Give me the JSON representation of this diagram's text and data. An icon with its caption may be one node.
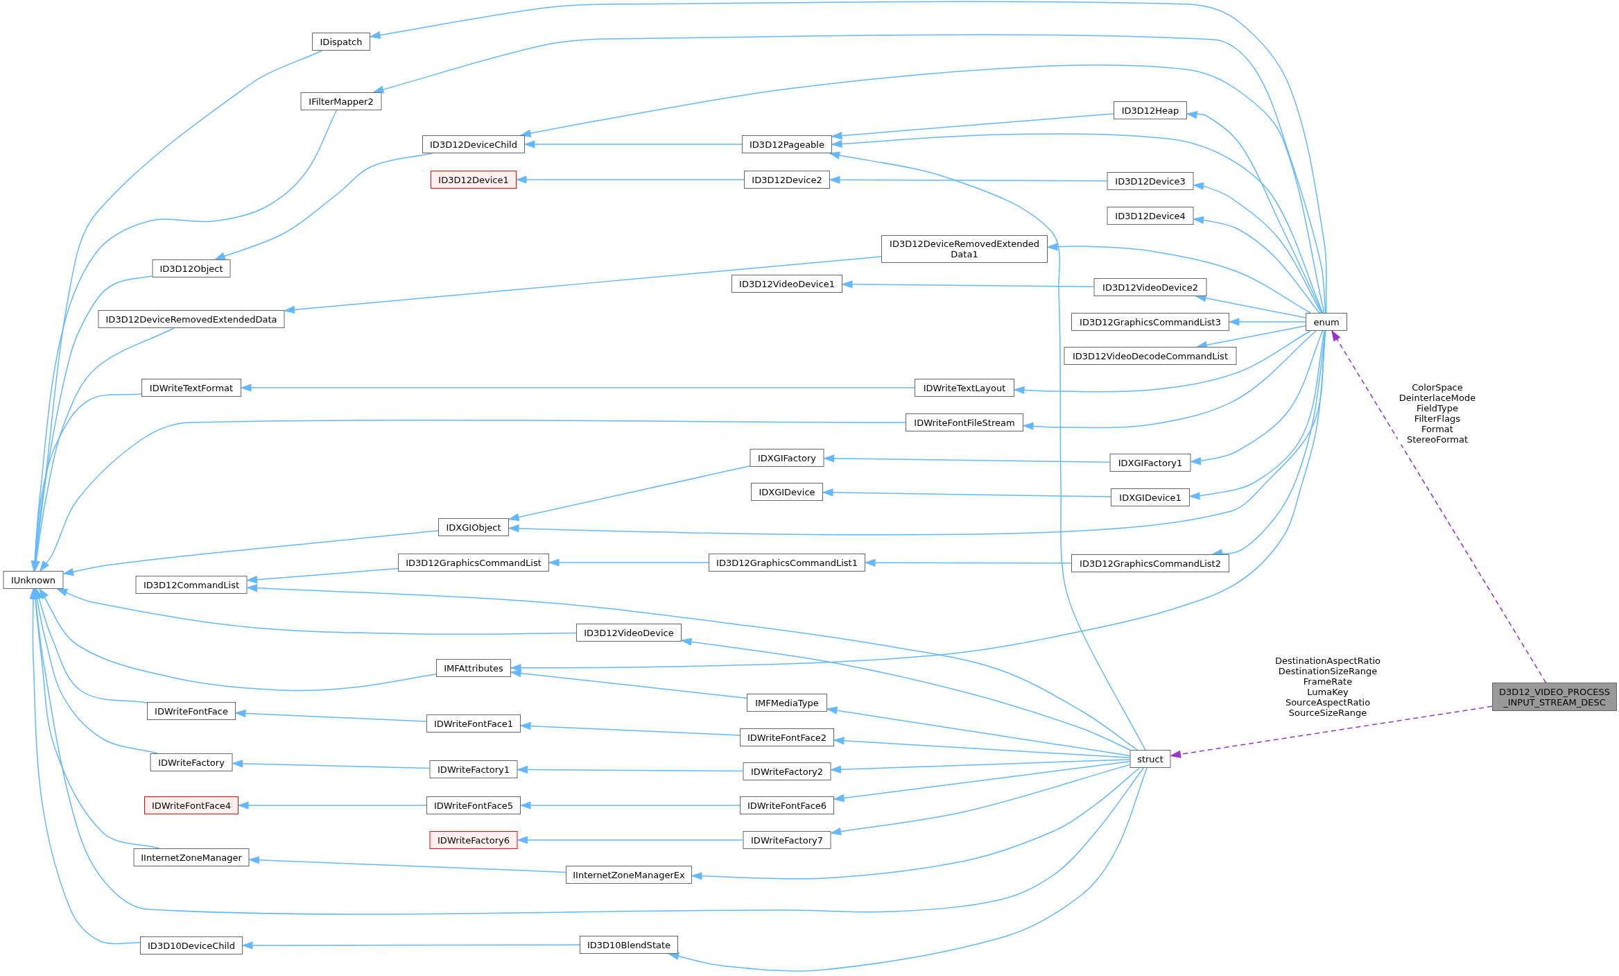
{
  "diagram": {
    "nodes": [
      {
        "text": [
          "IDispatch"
        ]
      },
      {
        "text": [
          "IFilterMapper2"
        ]
      },
      {
        "text": [
          "ID3D12Heap"
        ]
      },
      {
        "text": [
          "ID3D12DeviceChild"
        ]
      },
      {
        "text": [
          "ID3D12Pageable"
        ]
      },
      {
        "text": [
          "ID3D12Device1"
        ]
      },
      {
        "text": [
          "ID3D12Device2"
        ]
      },
      {
        "text": [
          "ID3D12Device3"
        ]
      },
      {
        "text": [
          "ID3D12Device4"
        ]
      },
      {
        "text": [
          "ID3D12DeviceRemovedExtended Data1"
        ]
      },
      {
        "text": [
          "ID3D12Object"
        ]
      },
      {
        "text": [
          "ID3D12VideoDevice1"
        ]
      },
      {
        "text": [
          "ID3D12VideoDevice2"
        ]
      },
      {
        "text": [
          "ID3D12DeviceRemovedExtendedData"
        ]
      },
      {
        "text": [
          "ID3D12GraphicsCommandList3"
        ]
      },
      {
        "text": [
          "enum"
        ]
      },
      {
        "text": [
          "ID3D12VideoDecodeCommandList"
        ]
      },
      {
        "text": [
          "IDWriteTextFormat"
        ]
      },
      {
        "text": [
          "IDWriteTextLayout"
        ]
      },
      {
        "text": [
          "IDWriteFontFileStream"
        ]
      },
      {
        "text": [
          "IDXGIFactory"
        ]
      },
      {
        "text": [
          "IDXGIFactory1"
        ]
      },
      {
        "text": [
          "IDXGIDevice"
        ]
      },
      {
        "text": [
          "IDXGIDevice1"
        ]
      },
      {
        "text": [
          "IDXGIObject"
        ]
      },
      {
        "text": [
          "ID3D12GraphicsCommandList"
        ]
      },
      {
        "text": [
          "ID3D12GraphicsCommandList1"
        ]
      },
      {
        "text": [
          "ID3D12GraphicsCommandList2"
        ]
      },
      {
        "text": [
          "IUnknown"
        ]
      },
      {
        "text": [
          "ID3D12CommandList"
        ]
      },
      {
        "text": [
          "ID3D12VideoDevice"
        ]
      },
      {
        "text": [
          "IMFAttributes"
        ]
      },
      {
        "text": [
          "IMFMediaType"
        ]
      },
      {
        "text": [
          "IDWriteFontFace"
        ]
      },
      {
        "text": [
          "IDWriteFontFace1"
        ]
      },
      {
        "text": [
          "IDWriteFontFace2"
        ]
      },
      {
        "text": [
          "IDWriteFactory"
        ]
      },
      {
        "text": [
          "IDWriteFactory1"
        ]
      },
      {
        "text": [
          "IDWriteFactory2"
        ]
      },
      {
        "text": [
          "struct"
        ]
      },
      {
        "text": [
          "D3D12_VIDEO_PROCESS _INPUT_STREAM_DESC"
        ]
      },
      {
        "text": [
          "IDWriteFontFace4"
        ]
      },
      {
        "text": [
          "IDWriteFontFace5"
        ]
      },
      {
        "text": [
          "IDWriteFontFace6"
        ]
      },
      {
        "text": [
          "IDWriteFactory6"
        ]
      },
      {
        "text": [
          "IDWriteFactory7"
        ]
      },
      {
        "text": [
          "IInternetZoneManager"
        ]
      },
      {
        "text": [
          "IInternetZoneManagerEx"
        ]
      },
      {
        "text": [
          "ID3D10DeviceChild"
        ]
      },
      {
        "text": [
          "ID3D10BlendState"
        ]
      }
    ],
    "edges": [
      {
        "from": 0,
        "to": 28,
        "arrow": "to"
      },
      {
        "from": 1,
        "to": 28,
        "arrow": "to"
      },
      {
        "from": 10,
        "to": 28,
        "arrow": "to"
      },
      {
        "from": 13,
        "to": 28,
        "arrow": "to"
      },
      {
        "from": 17,
        "to": 28,
        "arrow": "to"
      },
      {
        "from": 19,
        "to": 28,
        "arrow": "to"
      },
      {
        "from": 24,
        "to": 28,
        "arrow": "to"
      },
      {
        "from": 30,
        "to": 28,
        "arrow": "to"
      },
      {
        "from": 31,
        "to": 28,
        "arrow": "to"
      },
      {
        "from": 33,
        "to": 28,
        "arrow": "to"
      },
      {
        "from": 36,
        "to": 28,
        "arrow": "to"
      },
      {
        "from": 46,
        "to": 28,
        "arrow": "to"
      },
      {
        "from": 39,
        "to": 28,
        "arrow": "to"
      },
      {
        "from": 48,
        "to": 28,
        "arrow": "to"
      },
      {
        "from": 3,
        "to": 10,
        "arrow": "to"
      },
      {
        "from": 15,
        "to": 0,
        "arrow": "to"
      },
      {
        "from": 15,
        "to": 1,
        "arrow": "to"
      },
      {
        "from": 15,
        "to": 3,
        "arrow": "to"
      },
      {
        "from": 4,
        "to": 3,
        "arrow": "to"
      },
      {
        "from": 6,
        "to": 5,
        "arrow": "to"
      },
      {
        "from": 2,
        "to": 4,
        "arrow": "to"
      },
      {
        "from": 15,
        "to": 4,
        "arrow": "to"
      },
      {
        "from": 39,
        "to": 4,
        "arrow": "to"
      },
      {
        "from": 7,
        "to": 6,
        "arrow": "to"
      },
      {
        "from": 15,
        "to": 2,
        "arrow": "to"
      },
      {
        "from": 15,
        "to": 7,
        "arrow": "to"
      },
      {
        "from": 15,
        "to": 8,
        "arrow": "to"
      },
      {
        "from": 9,
        "to": 13,
        "arrow": "to"
      },
      {
        "from": 15,
        "to": 9,
        "arrow": "to"
      },
      {
        "from": 12,
        "to": 11,
        "arrow": "to"
      },
      {
        "from": 15,
        "to": 12,
        "arrow": "to"
      },
      {
        "from": 15,
        "to": 14,
        "arrow": "to"
      },
      {
        "from": 15,
        "to": 16,
        "arrow": "to"
      },
      {
        "from": 18,
        "to": 17,
        "arrow": "to"
      },
      {
        "from": 15,
        "to": 18,
        "arrow": "to"
      },
      {
        "from": 15,
        "to": 19,
        "arrow": "to"
      },
      {
        "from": 20,
        "to": 24,
        "arrow": "to"
      },
      {
        "from": 21,
        "to": 20,
        "arrow": "to"
      },
      {
        "from": 15,
        "to": 21,
        "arrow": "to"
      },
      {
        "from": 23,
        "to": 22,
        "arrow": "to"
      },
      {
        "from": 15,
        "to": 23,
        "arrow": "to"
      },
      {
        "from": 15,
        "to": 24,
        "arrow": "to"
      },
      {
        "from": 25,
        "to": 29,
        "arrow": "to"
      },
      {
        "from": 39,
        "to": 29,
        "arrow": "to"
      },
      {
        "from": 26,
        "to": 25,
        "arrow": "to"
      },
      {
        "from": 27,
        "to": 26,
        "arrow": "to"
      },
      {
        "from": 15,
        "to": 27,
        "arrow": "to"
      },
      {
        "from": 39,
        "to": 30,
        "arrow": "to"
      },
      {
        "from": 15,
        "to": 31,
        "arrow": "to"
      },
      {
        "from": 32,
        "to": 31,
        "arrow": "to"
      },
      {
        "from": 39,
        "to": 32,
        "arrow": "to"
      },
      {
        "from": 34,
        "to": 33,
        "arrow": "to"
      },
      {
        "from": 35,
        "to": 34,
        "arrow": "to"
      },
      {
        "from": 39,
        "to": 35,
        "arrow": "to"
      },
      {
        "from": 37,
        "to": 36,
        "arrow": "to"
      },
      {
        "from": 38,
        "to": 37,
        "arrow": "to"
      },
      {
        "from": 39,
        "to": 38,
        "arrow": "to"
      },
      {
        "from": 42,
        "to": 41,
        "arrow": "to"
      },
      {
        "from": 43,
        "to": 42,
        "arrow": "to"
      },
      {
        "from": 39,
        "to": 43,
        "arrow": "to"
      },
      {
        "from": 45,
        "to": 44,
        "arrow": "to"
      },
      {
        "from": 39,
        "to": 45,
        "arrow": "to"
      },
      {
        "from": 47,
        "to": 46,
        "arrow": "to"
      },
      {
        "from": 39,
        "to": 47,
        "arrow": "to"
      },
      {
        "from": 49,
        "to": 48,
        "arrow": "to"
      },
      {
        "from": 39,
        "to": 49,
        "arrow": "to"
      },
      {
        "from": 40,
        "to": 15,
        "arrow": "to",
        "label": "ColorSpace DeinterlaceMode FieldType FilterFlags Format StereoFormat",
        "style": "dashed",
        "color": "#9a32cd"
      },
      {
        "from": 40,
        "to": 39,
        "arrow": "to",
        "label": "DestinationAspectRatio DestinationSizeRange FrameRate LumaKey SourceAspectRatio SourceSizeRange",
        "style": "dashed",
        "color": "#9a32cd"
      }
    ]
  }
}
